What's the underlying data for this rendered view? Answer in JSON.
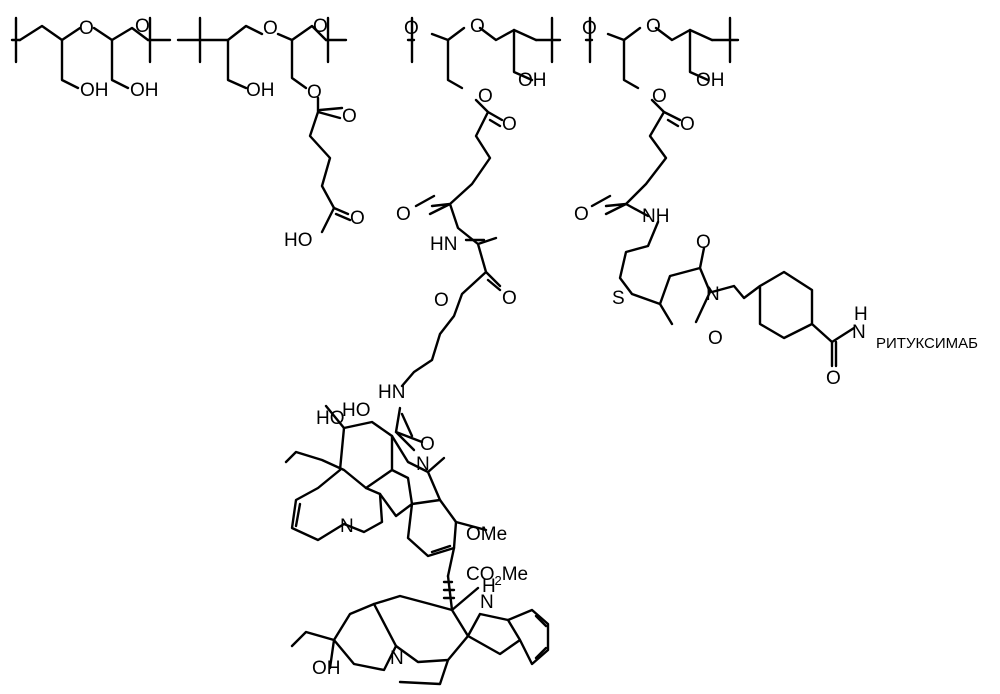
{
  "labels": {
    "o": "O",
    "oh": "OH",
    "ho": "HO",
    "hn": "HN",
    "nh": "NH",
    "n": "N",
    "h": "H",
    "s": "S",
    "ome": "OMe",
    "co2me_a": "CO",
    "co2me_sub": "2",
    "co2me_b": "Me",
    "antibody": "РИТУКСИМАБ"
  }
}
